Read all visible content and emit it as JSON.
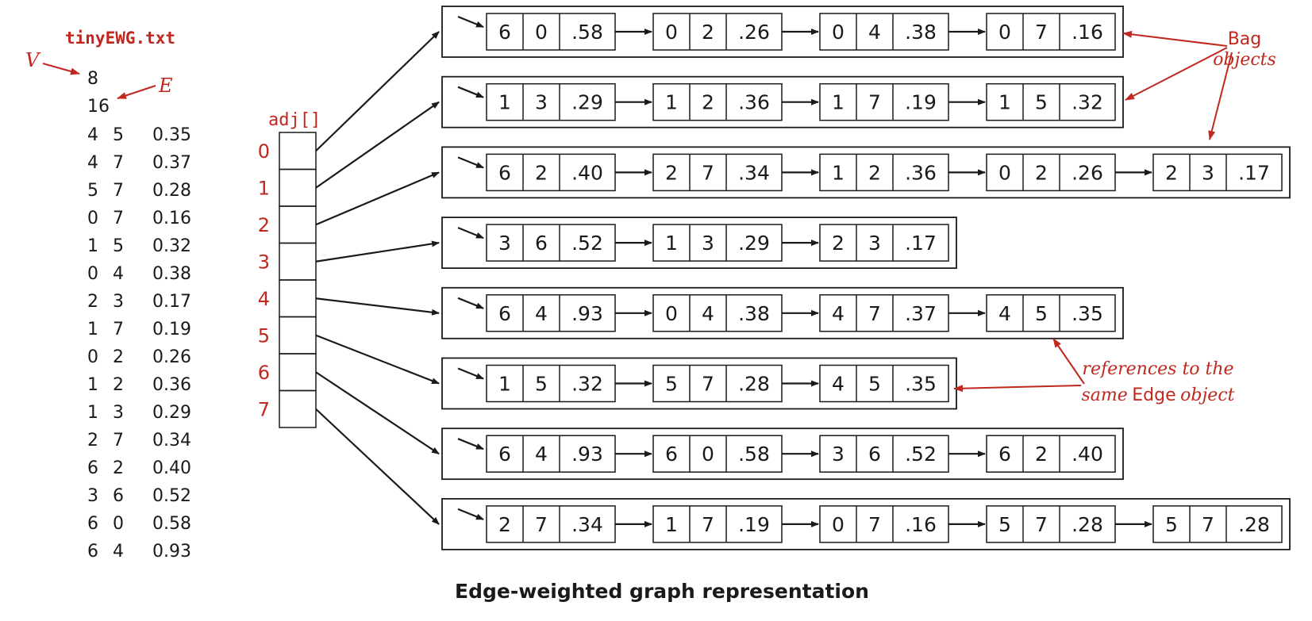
{
  "file": {
    "name": "tinyEWG.txt",
    "v_label": "V",
    "e_label": "E",
    "V": "8",
    "E": "16",
    "edges": [
      [
        "4",
        "5",
        "0.35"
      ],
      [
        "4",
        "7",
        "0.37"
      ],
      [
        "5",
        "7",
        "0.28"
      ],
      [
        "0",
        "7",
        "0.16"
      ],
      [
        "1",
        "5",
        "0.32"
      ],
      [
        "0",
        "4",
        "0.38"
      ],
      [
        "2",
        "3",
        "0.17"
      ],
      [
        "1",
        "7",
        "0.19"
      ],
      [
        "0",
        "2",
        "0.26"
      ],
      [
        "1",
        "2",
        "0.36"
      ],
      [
        "1",
        "3",
        "0.29"
      ],
      [
        "2",
        "7",
        "0.34"
      ],
      [
        "6",
        "2",
        "0.40"
      ],
      [
        "3",
        "6",
        "0.52"
      ],
      [
        "6",
        "0",
        "0.58"
      ],
      [
        "6",
        "4",
        "0.93"
      ]
    ]
  },
  "adj": {
    "label": "adj[]",
    "indices": [
      "0",
      "1",
      "2",
      "3",
      "4",
      "5",
      "6",
      "7"
    ]
  },
  "bags": [
    [
      [
        "6",
        "0",
        ".58"
      ],
      [
        "0",
        "2",
        ".26"
      ],
      [
        "0",
        "4",
        ".38"
      ],
      [
        "0",
        "7",
        ".16"
      ]
    ],
    [
      [
        "1",
        "3",
        ".29"
      ],
      [
        "1",
        "2",
        ".36"
      ],
      [
        "1",
        "7",
        ".19"
      ],
      [
        "1",
        "5",
        ".32"
      ]
    ],
    [
      [
        "6",
        "2",
        ".40"
      ],
      [
        "2",
        "7",
        ".34"
      ],
      [
        "1",
        "2",
        ".36"
      ],
      [
        "0",
        "2",
        ".26"
      ],
      [
        "2",
        "3",
        ".17"
      ]
    ],
    [
      [
        "3",
        "6",
        ".52"
      ],
      [
        "1",
        "3",
        ".29"
      ],
      [
        "2",
        "3",
        ".17"
      ]
    ],
    [
      [
        "6",
        "4",
        ".93"
      ],
      [
        "0",
        "4",
        ".38"
      ],
      [
        "4",
        "7",
        ".37"
      ],
      [
        "4",
        "5",
        ".35"
      ]
    ],
    [
      [
        "1",
        "5",
        ".32"
      ],
      [
        "5",
        "7",
        ".28"
      ],
      [
        "4",
        "5",
        ".35"
      ]
    ],
    [
      [
        "6",
        "4",
        ".93"
      ],
      [
        "6",
        "0",
        ".58"
      ],
      [
        "3",
        "6",
        ".52"
      ],
      [
        "6",
        "2",
        ".40"
      ]
    ],
    [
      [
        "2",
        "7",
        ".34"
      ],
      [
        "1",
        "7",
        ".19"
      ],
      [
        "0",
        "7",
        ".16"
      ],
      [
        "5",
        "7",
        ".28"
      ],
      [
        "5",
        "7",
        ".28"
      ]
    ]
  ],
  "annotations": {
    "bag_line1": "Bag",
    "bag_line2": "objects",
    "ref_line1": "references to the",
    "ref_line2_pre": "same",
    "ref_line2_code": "Edge",
    "ref_line2_post": "object"
  },
  "caption": "Edge-weighted graph representation",
  "colors": {
    "ink": "#1a1a1a",
    "accent": "#c0281f"
  }
}
